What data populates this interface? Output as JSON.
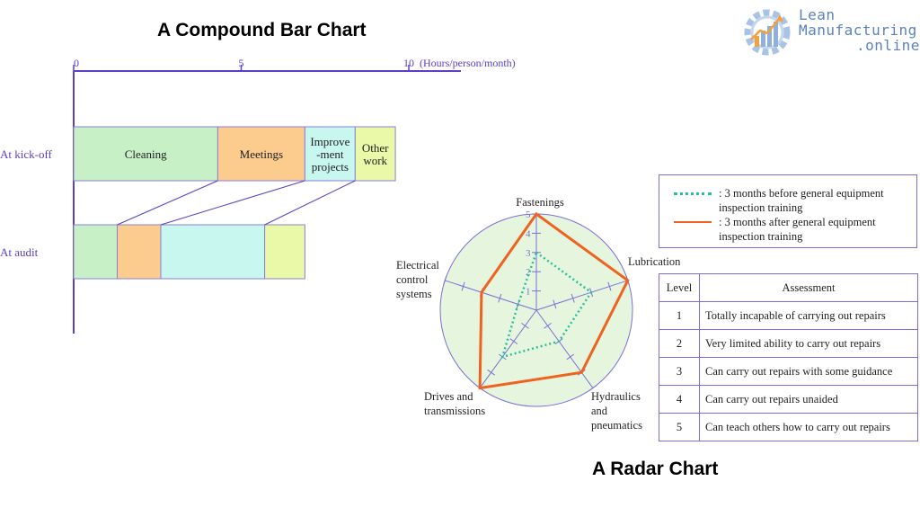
{
  "logo": {
    "line1": "Lean",
    "line2": "Manufacturing",
    "line3": ".online"
  },
  "compound_title": "A Compound Bar Chart",
  "radar_title": "A Radar Chart",
  "colors": {
    "axis": "#5a3fc8",
    "cleaning": "#c7f0c7",
    "meetings": "#fccc8e",
    "improvement": "#c8f7ef",
    "other": "#e9f9a7",
    "before": "#2abf9b",
    "after": "#f0621f",
    "radar_fill": "#e6f6de",
    "grid": "#7b6fd6"
  },
  "chart_data": [
    {
      "type": "bar",
      "title": "A Compound Bar Chart",
      "xlabel": "(Hours/person/month)",
      "x_ticks": [
        "0",
        "5",
        "10"
      ],
      "xlim": [
        0,
        12
      ],
      "categories": [
        "At kick-off",
        "At audit"
      ],
      "series": [
        {
          "name": "Cleaning",
          "values": [
            4.3,
            1.3
          ]
        },
        {
          "name": "Meetings",
          "values": [
            2.6,
            1.3
          ]
        },
        {
          "name": "Improve -ment projects",
          "values": [
            1.5,
            3.1
          ]
        },
        {
          "name": "Other work",
          "values": [
            1.2,
            1.2
          ]
        }
      ]
    },
    {
      "type": "radar",
      "title": "A Radar Chart",
      "axes": [
        "Fastenings",
        "Lubrication",
        "Hydraulics and pneumatics",
        "Drives and transmissions",
        "Electrical control systems"
      ],
      "axis_labels": [
        [
          "Fastenings"
        ],
        [
          "Lubrication"
        ],
        [
          "Hydraulics",
          "and",
          "pneumatics"
        ],
        [
          "Drives and",
          "transmissions"
        ],
        [
          "Electrical",
          "control",
          "systems"
        ]
      ],
      "scale_labels": [
        "1",
        "2",
        "3",
        "4",
        "5"
      ],
      "range": [
        0,
        5
      ],
      "series": [
        {
          "name": ": 3 months before general equipment inspection training",
          "style": "dotted",
          "values": [
            3,
            3,
            2,
            3,
            1
          ]
        },
        {
          "name": ": 3 months after general equipment inspection training",
          "style": "solid",
          "values": [
            5,
            5,
            4,
            5,
            3
          ]
        }
      ]
    }
  ],
  "legend": [
    {
      "line1": ": 3 months before general equipment",
      "line2": "inspection training"
    },
    {
      "line1": ": 3 months after general equipment",
      "line2": "inspection training"
    }
  ],
  "level_table": {
    "headers": [
      "Level",
      "Assessment"
    ],
    "rows": [
      {
        "level": "1",
        "assessment": "Totally incapable of carrying out repairs"
      },
      {
        "level": "2",
        "assessment": "Very limited ability to carry out repairs"
      },
      {
        "level": "3",
        "assessment": "Can carry out repairs with some guidance"
      },
      {
        "level": "4",
        "assessment": "Can carry out repairs unaided"
      },
      {
        "level": "5",
        "assessment": "Can teach others how to carry out repairs"
      }
    ]
  }
}
